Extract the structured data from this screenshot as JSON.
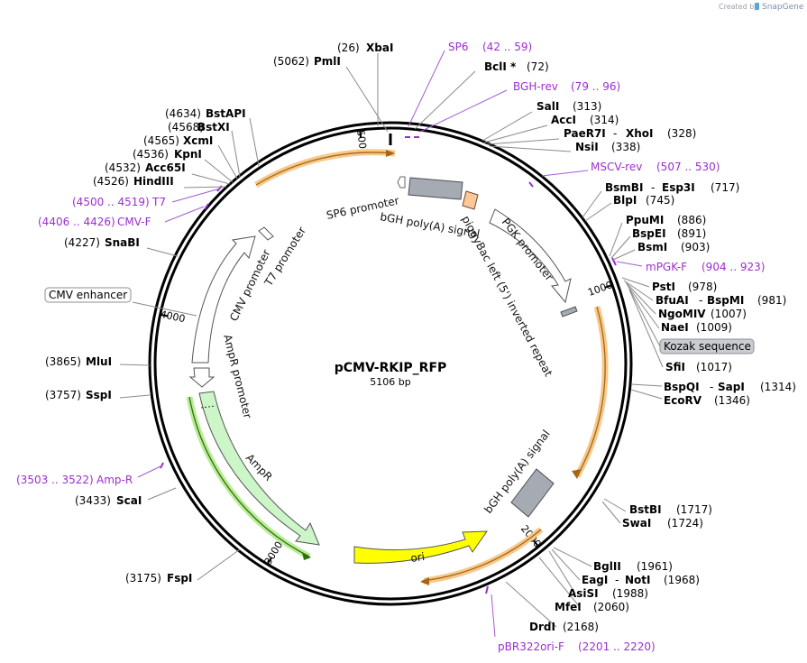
{
  "credit": {
    "prefix": "Created by",
    "brand": "SnapGene"
  },
  "plasmid": {
    "name": "pCMV-RKIP_RFP",
    "size_label": "5106 bp",
    "length": 5106
  },
  "ticks": [
    {
      "bp": 1000,
      "label": "1000"
    },
    {
      "bp": 2000,
      "label": "2000"
    },
    {
      "bp": 3000,
      "label": "3000"
    },
    {
      "bp": 4000,
      "label": "4000"
    },
    {
      "bp": 5000,
      "label": "5000"
    }
  ],
  "right_labels": [
    {
      "pos": "(26)",
      "name": "XbaI"
    },
    {
      "pos": "(5062)",
      "name": "PmlI"
    },
    {
      "name": "SP6",
      "range": "(42 .. 59)"
    },
    {
      "name": "BclI *",
      "pos": "(72)"
    },
    {
      "name": "BGH-rev",
      "range": "(79 .. 96)"
    },
    {
      "name": "SalI",
      "pos": "(313)"
    },
    {
      "name": "AccI",
      "pos": "(314)"
    },
    {
      "name": "PaeR7I",
      "name2": "XhoI",
      "pos": "(328)"
    },
    {
      "name": "NsiI",
      "pos": "(338)"
    },
    {
      "name": "MSCV-rev",
      "range": "(507 .. 530)"
    },
    {
      "name": "BsmBI",
      "name2": "Esp3I",
      "pos": "(717)"
    },
    {
      "name": "BlpI",
      "pos": "(745)"
    },
    {
      "name": "PpuMI",
      "pos": "(886)"
    },
    {
      "name": "BspEI",
      "pos": "(891)"
    },
    {
      "name": "BsmI",
      "pos": "(903)"
    },
    {
      "name": "mPGK-F",
      "range": "(904 .. 923)"
    },
    {
      "name": "PstI",
      "pos": "(978)"
    },
    {
      "name": "BfuAI",
      "name2": "BspMI",
      "pos": "(981)"
    },
    {
      "name": "NgoMIV",
      "pos": "(1007)"
    },
    {
      "name": "NaeI",
      "pos": "(1009)"
    },
    {
      "name": "Kozak sequence"
    },
    {
      "name": "SfiI",
      "pos": "(1017)"
    },
    {
      "name": "BspQI",
      "name2": "SapI",
      "pos": "(1314)"
    },
    {
      "name": "EcoRV",
      "pos": "(1346)"
    },
    {
      "name": "BstBI",
      "pos": "(1717)"
    },
    {
      "name": "SwaI",
      "pos": "(1724)"
    },
    {
      "name": "BglII",
      "pos": "(1961)"
    },
    {
      "name": "EagI",
      "name2": "NotI",
      "pos": "(1968)"
    },
    {
      "name": "AsiSI",
      "pos": "(1988)"
    },
    {
      "name": "MfeI",
      "pos": "(2060)"
    },
    {
      "name": "DrdI",
      "pos": "(2168)"
    },
    {
      "name": "pBR322ori-F",
      "range": "(2201 .. 2220)"
    }
  ],
  "left_labels": [
    {
      "pos": "(4634)",
      "name": "BstAPI"
    },
    {
      "pos": "(4568)",
      "name": "BstXI"
    },
    {
      "pos": "(4565)",
      "name": "XcmI"
    },
    {
      "pos": "(4536)",
      "name": "KpnI"
    },
    {
      "pos": "(4532)",
      "name": "Acc65I"
    },
    {
      "pos": "(4526)",
      "name": "HindIII"
    },
    {
      "range": "(4500 .. 4519)",
      "name": "T7"
    },
    {
      "range": "(4406 .. 4426)",
      "name": "CMV-F"
    },
    {
      "pos": "(4227)",
      "name": "SnaBI"
    },
    {
      "name": "CMV enhancer"
    },
    {
      "pos": "(3865)",
      "name": "MluI"
    },
    {
      "pos": "(3757)",
      "name": "SspI"
    },
    {
      "range": "(3503 .. 3522)",
      "name": "Amp-R"
    },
    {
      "pos": "(3433)",
      "name": "ScaI"
    },
    {
      "pos": "(3175)",
      "name": "FspI"
    }
  ],
  "features": {
    "sp6_promoter": "SP6 promoter",
    "bgh_top": "bGH poly(A) signal",
    "piggybac": "piggyBac left (5') inverted repeat",
    "pgk": "PGK promoter",
    "cmv_promoter": "CMV promoter",
    "t7_promoter": "T7 promoter",
    "ampr_promoter": "AmpR promoter",
    "ampr": "AmpR",
    "ori": "ori",
    "bgh_bottom": "bGH poly(A) signal"
  },
  "colors": {
    "primer": "#9a2fd0",
    "orange_track": "#f0a23a",
    "green_track": "#6ab42c",
    "ampr_fill": "#ccf5c8",
    "ori_fill": "#ffff00",
    "grey_box": "#a6abb3",
    "piggy_fill": "#ffc79a"
  }
}
